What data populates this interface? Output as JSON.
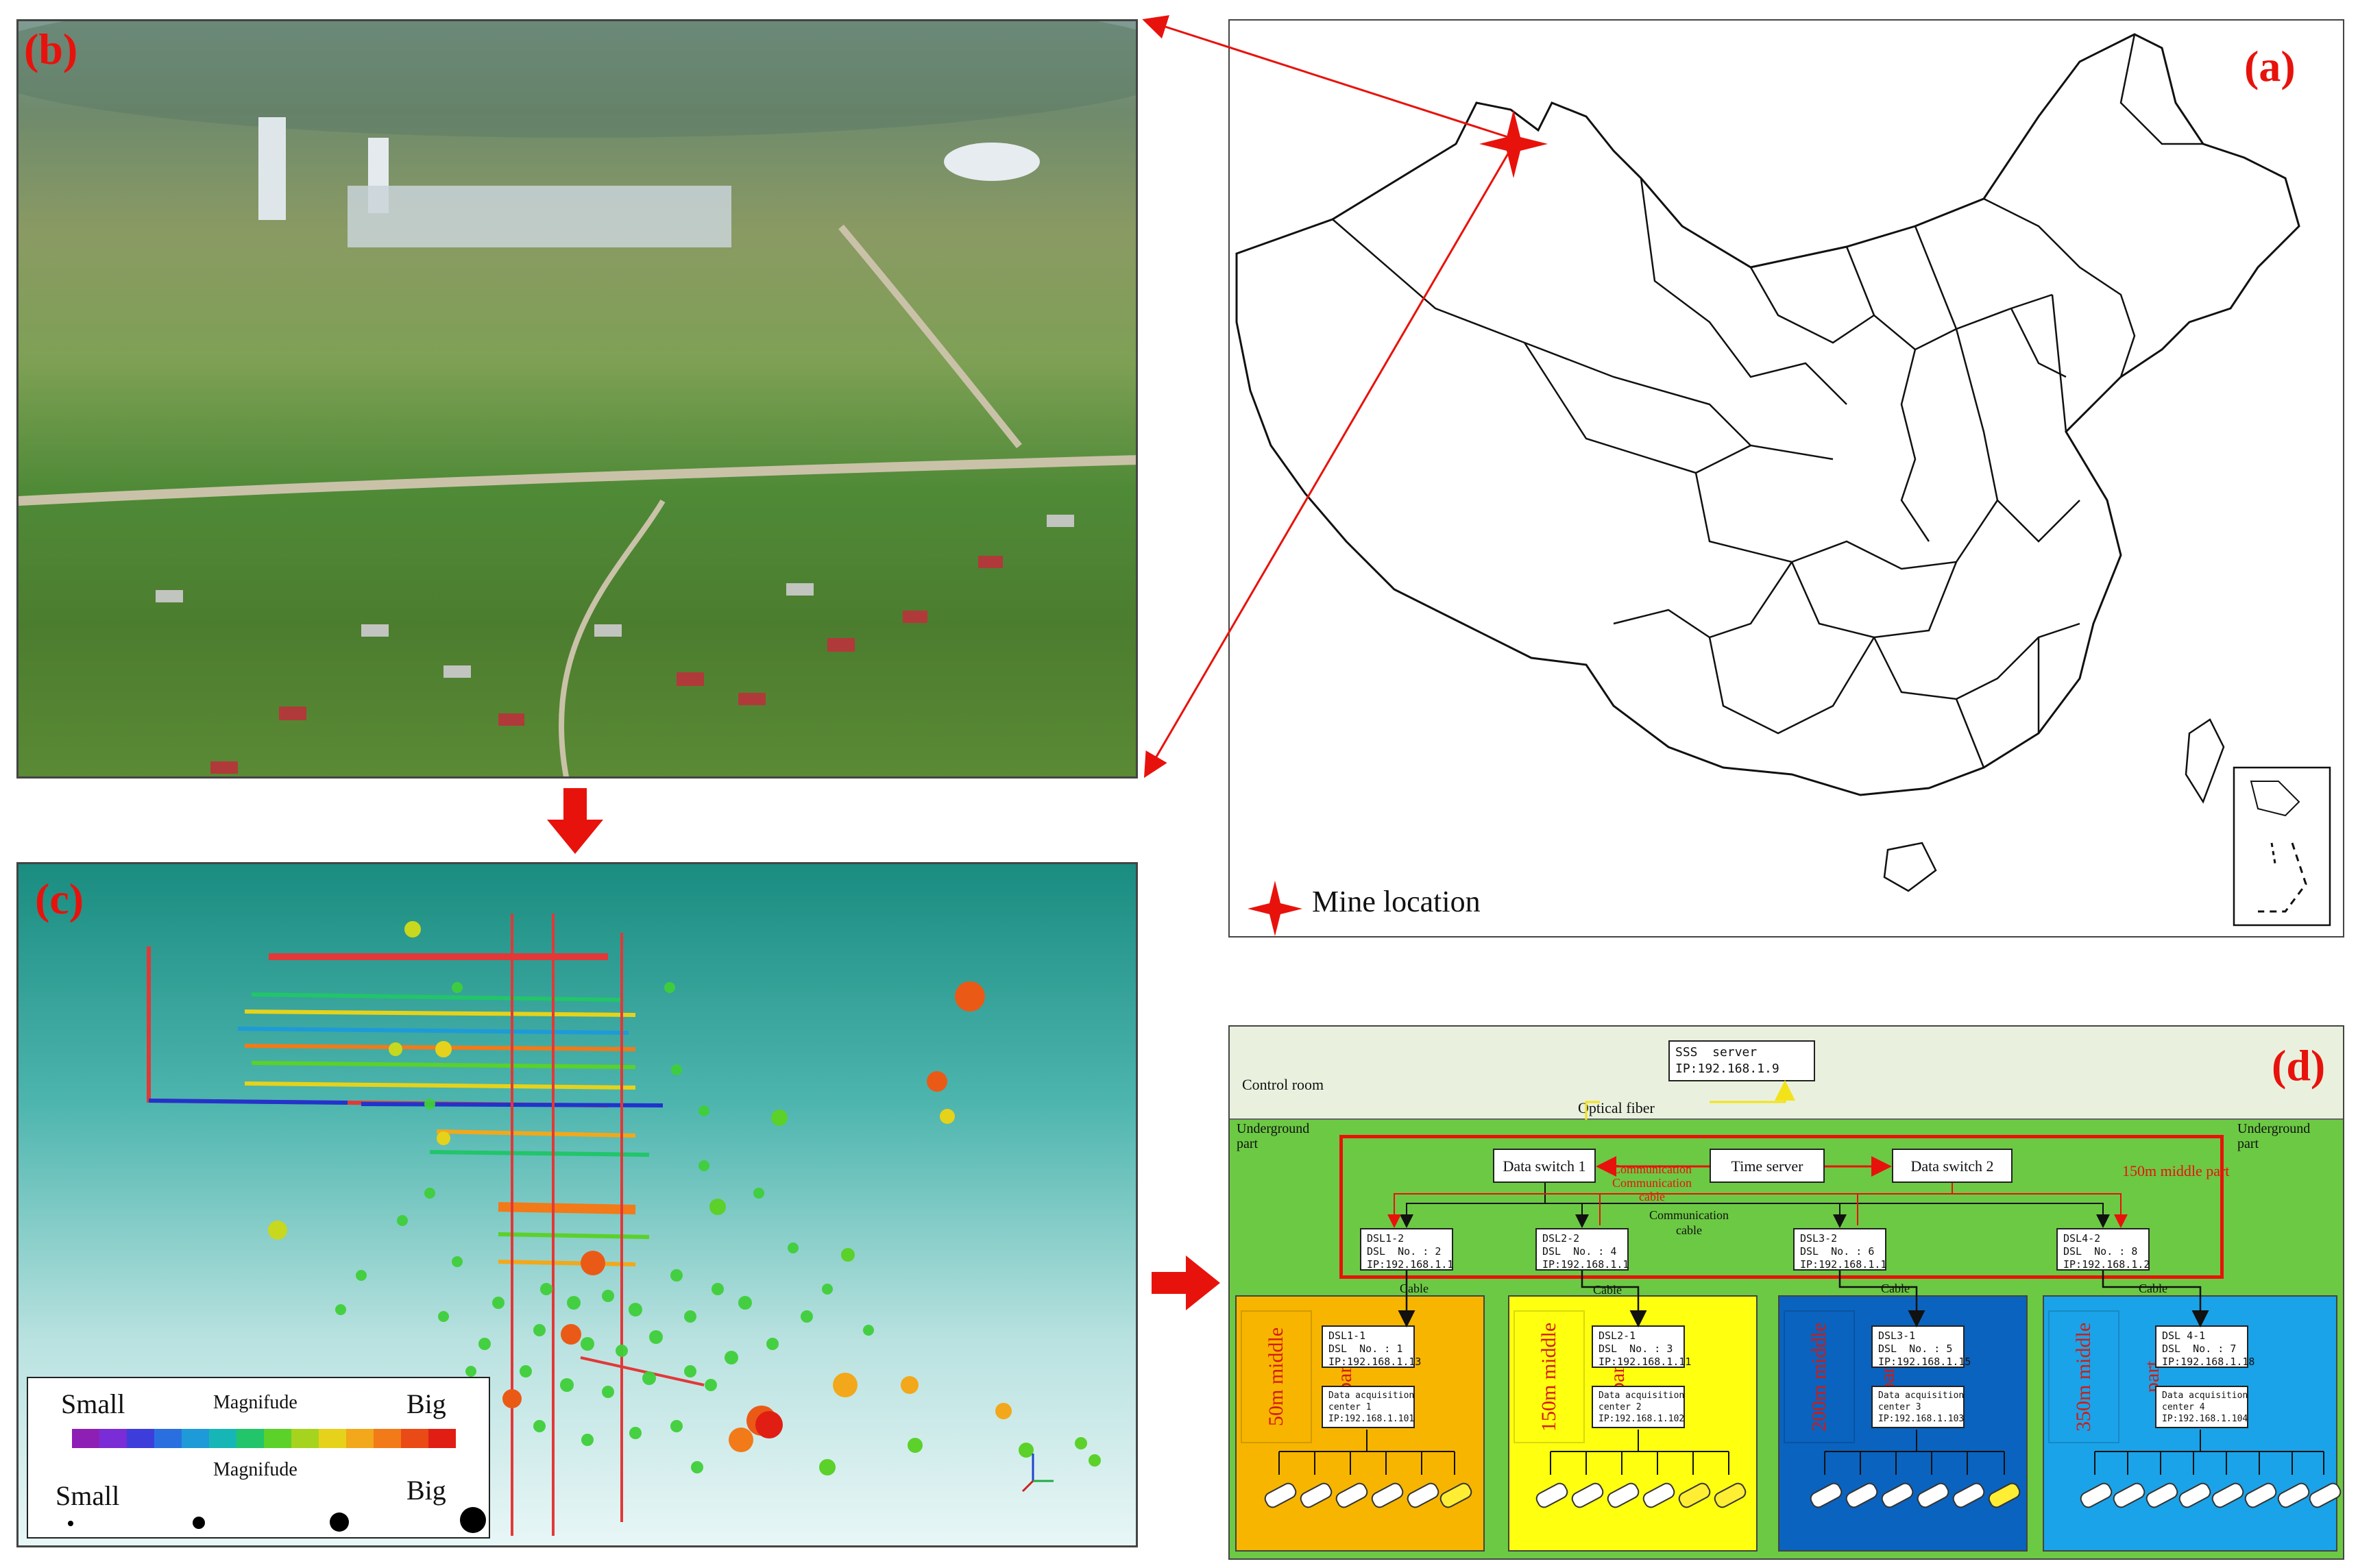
{
  "panels": {
    "a": {
      "label": "(a)",
      "legend": "Mine location"
    },
    "b": {
      "label": "(b)"
    },
    "c": {
      "label": "(c)",
      "legend": {
        "color_small": "Small",
        "color_title": "Magnifude",
        "color_big": "Big",
        "size_small": "Small",
        "size_title": "Magnifude",
        "size_big": "Big",
        "colors": [
          "#8e1fb5",
          "#7a2cd6",
          "#3d3ddb",
          "#2a6fe0",
          "#1e9ad8",
          "#16b6b6",
          "#22c56a",
          "#5bd12a",
          "#a6d41e",
          "#e6d21a",
          "#f2a81a",
          "#f27a18",
          "#ea4a16",
          "#e01e14"
        ]
      }
    },
    "d": {
      "label": "(d)",
      "control_room": "Control room",
      "underground_left": "Underground\npart",
      "underground_right": "Underground\npart",
      "sss_server": "SSS  server\nIP:192.168.1.9",
      "optical_fiber": "Optical fiber",
      "data_switch_1": "Data switch 1",
      "time_server": "Time server",
      "data_switch_2": "Data switch 2",
      "comm_cable_red": "Communication\nCommunication\ncable",
      "comm_cable_black": "Communication\ncable",
      "middle_part_150": "150m middle part",
      "cable": "Cable",
      "dsl_top": [
        "DSL1-2\nDSL  No. : 2\nIP:192.168.1.1",
        "DSL2-2\nDSL  No. : 4\nIP:192.168.1.1",
        "DSL3-2\nDSL  No. : 6\nIP:192.168.1.1",
        "DSL4-2\nDSL  No. : 8\nIP:192.168.1.2"
      ],
      "zones": [
        {
          "name": "50m middle part",
          "color": "#f7b500",
          "dsl": "DSL1-1\nDSL  No. : 1\nIP:192.168.1.13",
          "center": "Data acquisition\ncenter 1\nIP:192.168.1.101"
        },
        {
          "name": "150m middle part",
          "color": "#ffff10",
          "dsl": "DSL2-1\nDSL  No. : 3\nIP:192.168.1.11",
          "center": "Data acquisition\ncenter 2\nIP:192.168.1.102"
        },
        {
          "name": "200m middle part",
          "color": "#0a63bf",
          "dsl": "DSL3-1\nDSL  No. : 5\nIP:192.168.1.15",
          "center": "Data acquisition\ncenter 3\nIP:192.168.1.103"
        },
        {
          "name": "350m middle part",
          "color": "#1aa3e8",
          "dsl": "DSL 4-1\nDSL  No. : 7\nIP:192.168.1.18",
          "center": "Data acquisition\ncenter 4\nIP:192.168.1.104"
        }
      ]
    }
  }
}
